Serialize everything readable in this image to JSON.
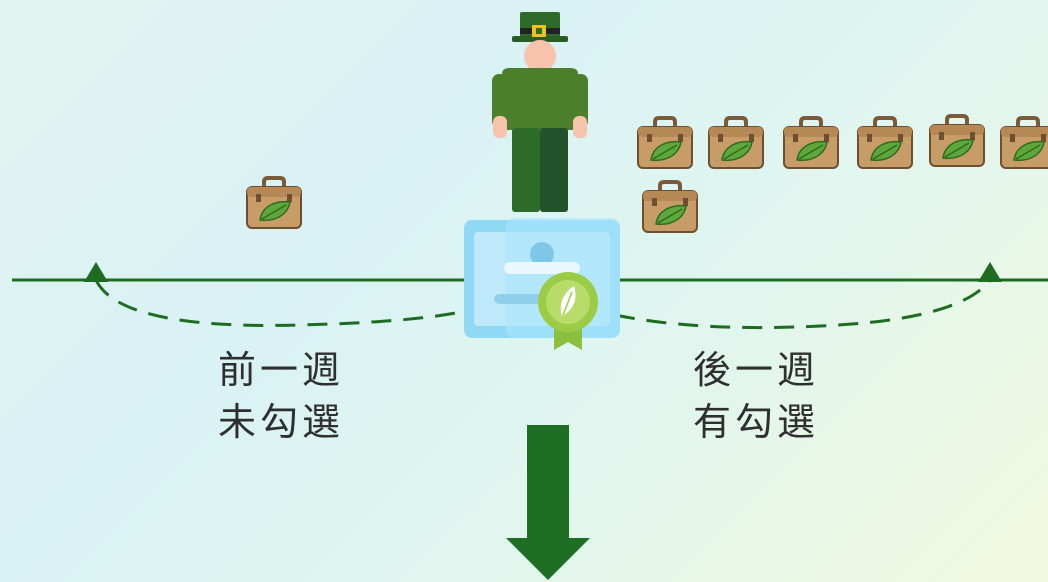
{
  "left_label": {
    "line1": "前一週",
    "line2": "未勾選"
  },
  "right_label": {
    "line1": "後一週",
    "line2": "有勾選"
  },
  "colors": {
    "line": "#1e6b22",
    "arrow": "#1e6e24",
    "bag_body": "#c89c66",
    "leaf": "#5ea73a",
    "hat": "#2f6b28",
    "shirt": "#4c7f2b",
    "pants": "#2f5a27",
    "certificate": "#7fd2f0",
    "badge": "#8ec641"
  },
  "icons": [
    "leprechaun-person-icon",
    "certificate-icon",
    "briefcase-leaf-icon",
    "down-arrow-icon"
  ]
}
